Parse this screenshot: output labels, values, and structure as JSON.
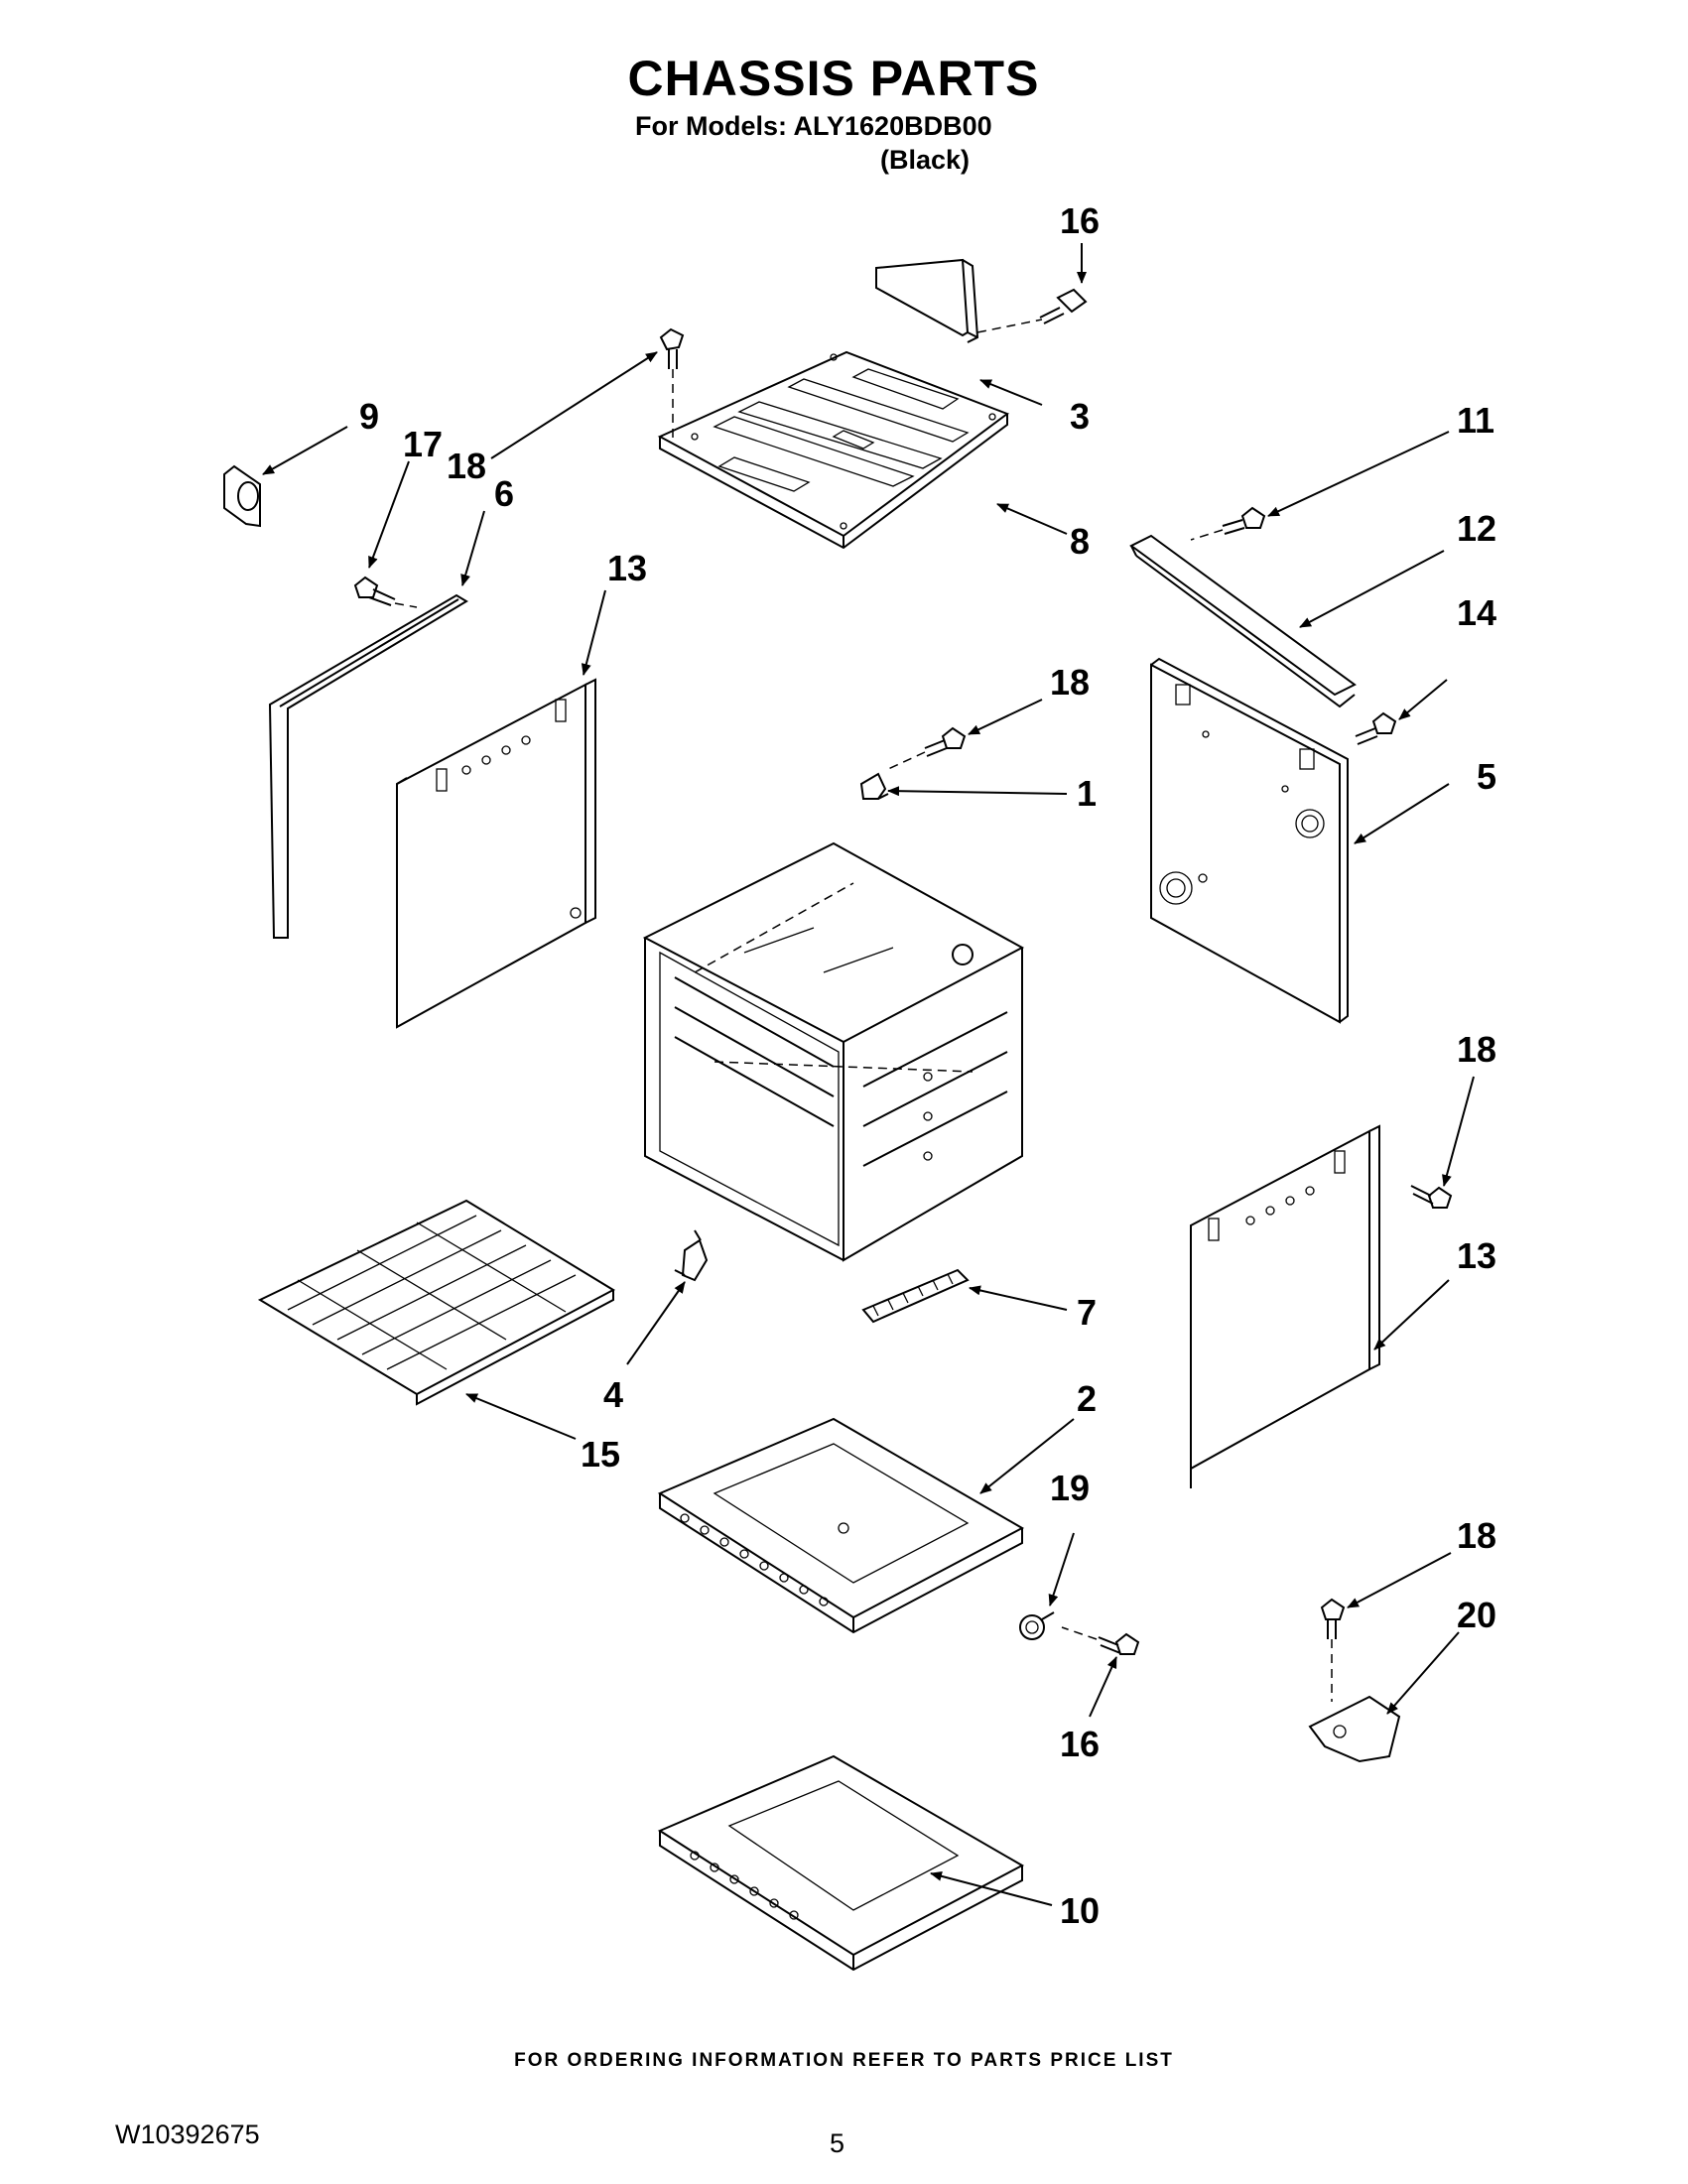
{
  "header": {
    "title": "CHASSIS PARTS",
    "models_line": "For Models: ALY1620BDB00",
    "color_line": "(Black)"
  },
  "footer": {
    "ordering_note": "FOR ORDERING INFORMATION REFER TO PARTS PRICE LIST",
    "document_number": "W10392675",
    "page_number": "5"
  },
  "callouts": {
    "c16a": "16",
    "c3": "3",
    "c9": "9",
    "c17": "17",
    "c18a": "18",
    "c6": "6",
    "c8": "8",
    "c11": "11",
    "c12": "12",
    "c13a": "13",
    "c18b": "18",
    "c14": "14",
    "c1": "1",
    "c5": "5",
    "c18c": "18",
    "c13b": "13",
    "c7": "7",
    "c4": "4",
    "c15": "15",
    "c2": "2",
    "c19": "19",
    "c18d": "18",
    "c20": "20",
    "c16b": "16",
    "c10": "10"
  }
}
